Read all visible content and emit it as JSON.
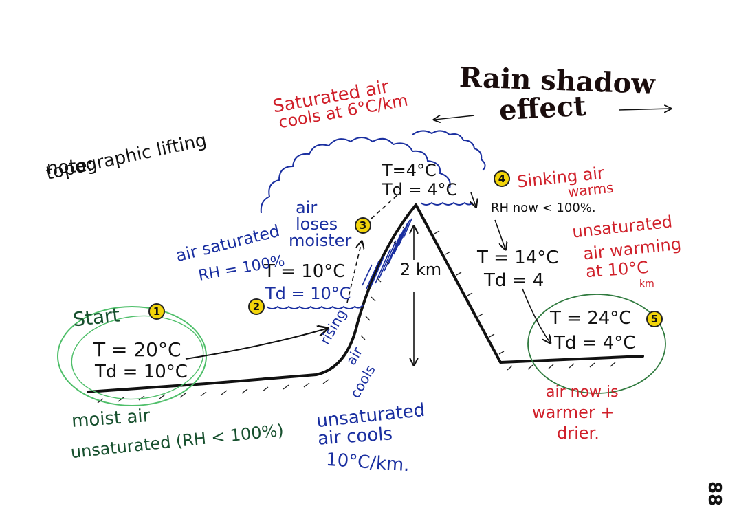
{
  "title": {
    "line1": "Rain shadow",
    "line2": "effect"
  },
  "note": {
    "line1": "note:",
    "line2": "topographic lifting"
  },
  "saturated_cooling": {
    "line1": "Saturated air",
    "line2": "cools at 6°C/km"
  },
  "stations": [
    {
      "number": "1",
      "label": "Start",
      "T": "T = 20°C",
      "Td": "Td = 10°C"
    },
    {
      "number": "2",
      "T": "T = 10°C",
      "Td": "Td = 10°C"
    },
    {
      "number": "3"
    },
    {
      "number": "4",
      "T": "T=4°C",
      "Td": "Td = 4°C"
    },
    {
      "number": "5",
      "T": "T = 24°C",
      "Td": "Td = 4°C"
    }
  ],
  "descent": {
    "T": "T = 14°C",
    "Td": "Td = 4"
  },
  "saturated_label": {
    "line1": "air saturated",
    "line2": "RH = 100%"
  },
  "loses_moisture": {
    "line1": "air",
    "line2": "loses",
    "line3": "moister"
  },
  "sinking": {
    "line1": "Sinking air",
    "line2": "warms"
  },
  "rh_now": "RH now < 100%.",
  "unsat_warming": {
    "line1": "unsaturated",
    "line2": "air warming",
    "line3": "at 10°C",
    "unit": "km"
  },
  "height": "2 km",
  "rising": {
    "line1": "rising",
    "line2": "air",
    "line3": "cools"
  },
  "moist_air": {
    "line1": "moist air",
    "line2": "unsaturated (RH < 100%)"
  },
  "unsat_cools": {
    "line1": "unsaturated",
    "line2": "air cools",
    "line3": "10°C/km."
  },
  "result": {
    "line1": "air now is",
    "line2": "warmer +",
    "line3": "drier."
  },
  "page_number": "88",
  "colors": {
    "red": "#d0202a",
    "blue": "#1a2fa0",
    "green_text": "#17502e",
    "green_circle": "#4fbf6a",
    "badge": "#f2d40a"
  }
}
